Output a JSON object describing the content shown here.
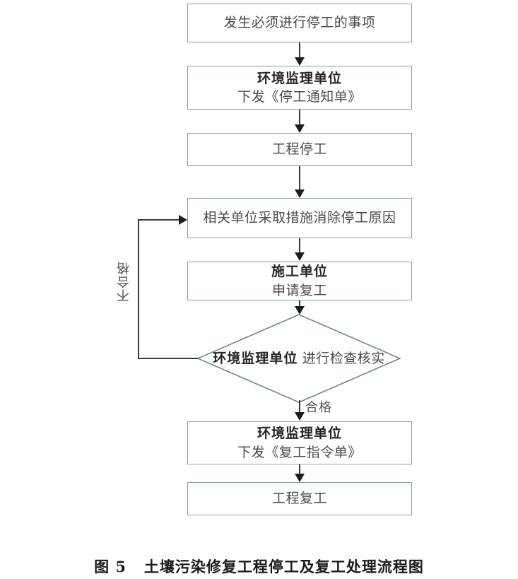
{
  "figure": {
    "caption": "图 5   土壤污染修复工程停工及复工处理流程图",
    "border_color": "#8aa392",
    "connector_color": "#3a3a3a",
    "text_color": "#4a4a4a",
    "emphasis_text_color": "#262626"
  },
  "nodes": [
    {
      "id": "trigger-event",
      "shape": "process",
      "lines": [
        "发生必须进行停工的事项"
      ]
    },
    {
      "id": "issue-stop-work-notice",
      "shape": "process",
      "lines": [
        "环境监理单位",
        "下发《停工通知单》"
      ]
    },
    {
      "id": "project-suspended",
      "shape": "process",
      "lines": [
        "工程停工"
      ]
    },
    {
      "id": "eliminate-cause",
      "shape": "process",
      "lines": [
        "相关单位采取措施消除停工原因"
      ]
    },
    {
      "id": "apply-resume-work",
      "shape": "process",
      "lines": [
        "施工单位",
        "申请复工"
      ]
    },
    {
      "id": "inspection-decision",
      "shape": "decision",
      "lines": [
        "环境监理单位",
        "进行检查核实"
      ]
    },
    {
      "id": "issue-resume-order",
      "shape": "process",
      "lines": [
        "环境监理单位",
        "下发《复工指令单》"
      ]
    },
    {
      "id": "project-resumed",
      "shape": "process",
      "lines": [
        "工程复工"
      ]
    }
  ],
  "edge_labels": {
    "fail": "不合格",
    "pass": "合格"
  }
}
